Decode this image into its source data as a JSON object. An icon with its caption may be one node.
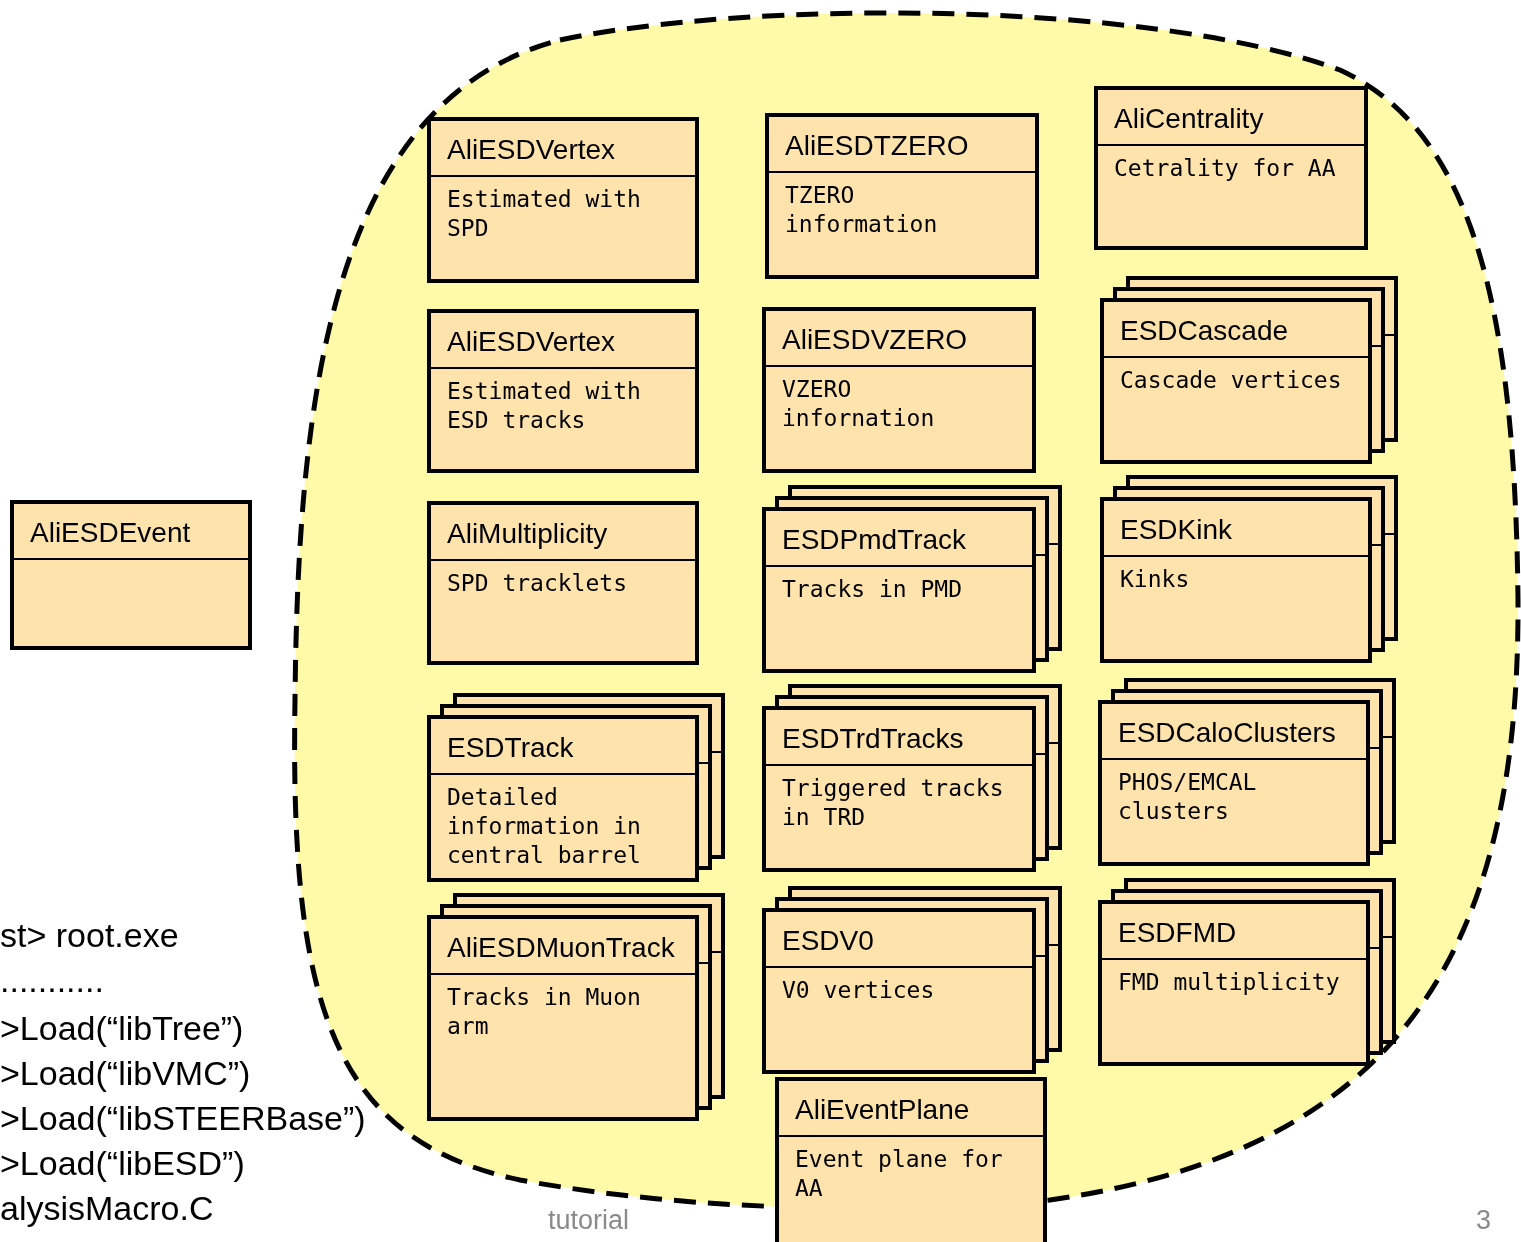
{
  "diagram": {
    "nodes": [
      {
        "text": [
          "AliESDEvent"
        ]
      },
      {
        "text": [],
        "shape": "cloud"
      },
      {
        "text": [
          "AliESDVertex",
          "Estimated with SPD"
        ],
        "in": 1
      },
      {
        "text": [
          "AliESDTZERO",
          "TZERO information"
        ],
        "in": 1
      },
      {
        "text": [
          "AliCentrality",
          "Cetrality for AA"
        ],
        "in": 1
      },
      {
        "text": [
          "AliESDVertex",
          "Estimated with ESD tracks"
        ],
        "in": 1
      },
      {
        "text": [
          "AliESDVZERO",
          "VZERO infornation"
        ],
        "in": 1
      },
      {
        "text": [
          "ESDCascade",
          "Cascade vertices"
        ],
        "in": 1
      },
      {
        "text": [
          "AliMultiplicity",
          "SPD tracklets"
        ],
        "in": 1
      },
      {
        "text": [
          "ESDPmdTrack",
          "Tracks in PMD"
        ],
        "in": 1
      },
      {
        "text": [
          "ESDKink",
          "Kinks"
        ],
        "in": 1
      },
      {
        "text": [
          "ESDTrack",
          "Detailed information in central barrel"
        ],
        "in": 1
      },
      {
        "text": [
          "ESDTrdTracks",
          "Triggered tracks in TRD"
        ],
        "in": 1
      },
      {
        "text": [
          "ESDCaloClusters",
          "PHOS/EMCAL clusters"
        ],
        "in": 1
      },
      {
        "text": [
          "AliESDMuonTrack",
          "Tracks in Muon arm"
        ],
        "in": 1
      },
      {
        "text": [
          "ESDV0",
          "V0 vertices"
        ],
        "in": 1
      },
      {
        "text": [
          "ESDFMD",
          "FMD multiplicity"
        ],
        "in": 1
      },
      {
        "text": [
          "AliEventPlane",
          "Event plane for AA"
        ]
      }
    ],
    "labels": [
      "st> root.exe",
      "...........",
      ">Load(“libTree”)",
      ">Load(“libVMC”)",
      ">Load(“libSTEERBase”)",
      ">Load(“libESD”)",
      "alysisMacro.C",
      "tutorial",
      "3"
    ]
  }
}
